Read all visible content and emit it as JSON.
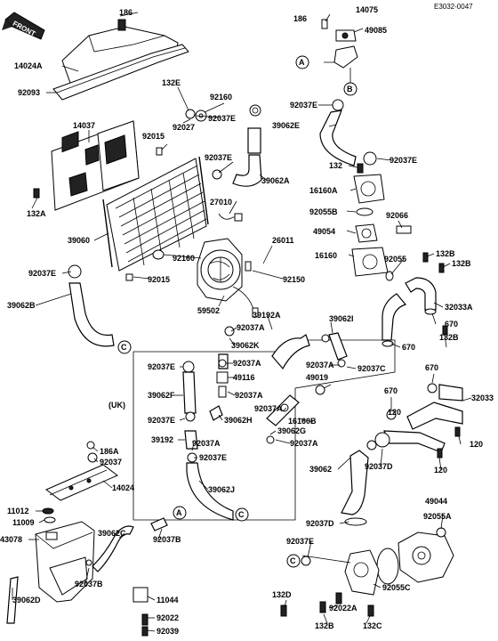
{
  "code": "E3032-0047",
  "front_label": "FRONT",
  "uk_label": "(UK)",
  "refs": {
    "A": "A",
    "B": "B",
    "C": "C"
  },
  "labels": {
    "p186_top": "186",
    "p14024A": "14024A",
    "p92093": "92093",
    "p14037": "14037",
    "p132A": "132A",
    "p39060": "39060",
    "p92037E_left": "92037E",
    "p39062B": "39062B",
    "p132E": "132E",
    "p92160_top": "92160",
    "p92027": "92027",
    "p92037E_a": "92037E",
    "p92015_top": "92015",
    "p92037E_b": "92037E",
    "p39062A": "39062A",
    "p27010": "27010",
    "p92160_mid": "92160",
    "p92015_bot": "92015",
    "p26011": "26011",
    "p92150": "92150",
    "p59502": "59502",
    "p14075": "14075",
    "p186_right": "186",
    "p49085": "49085",
    "p92037E_c": "92037E",
    "p39062E": "39062E",
    "p92037E_d": "92037E",
    "p132": "132",
    "p16160A": "16160A",
    "p92055B": "92055B",
    "p92066": "92066",
    "p49054": "49054",
    "p16160": "16160",
    "p92055": "92055",
    "p132B_a": "132B",
    "p132B_b": "132B",
    "p32033A": "32033A",
    "p670_a": "670",
    "p132B_c": "132B",
    "p670_b": "670",
    "p39192A": "39192A",
    "p39062I": "39062I",
    "p92037A_a": "92037A",
    "p39062K": "39062K",
    "p92037A_b": "92037A",
    "p49116": "49116",
    "p92037A_c": "92037A",
    "p92037C": "92037C",
    "p49019": "49019",
    "p92037E_e": "92037E",
    "p39062F": "39062F",
    "p92037E_f": "92037E",
    "p39062H": "39062H",
    "p92037A_d": "92037A",
    "p16160B": "16160B",
    "p39062G": "39062G",
    "p92037A_e": "92037A",
    "p39192": "39192",
    "p92037A_f": "92037A",
    "p92037E_g": "92037E",
    "p39062J": "39062J",
    "p670_c": "670",
    "p670_d": "670",
    "p32033": "32033",
    "p120_a": "120",
    "p120_b": "120",
    "p120_c": "120",
    "p92037D_a": "92037D",
    "p39062": "39062",
    "p49044": "49044",
    "p92055A": "92055A",
    "p92037D_b": "92037D",
    "p92037E_h": "92037E",
    "p92055C": "92055C",
    "p132D": "132D",
    "p92022A": "92022A",
    "p132B_d": "132B",
    "p132C": "132C",
    "p186A": "186A",
    "p92037": "92037",
    "p14024": "14024",
    "p11012": "11012",
    "p11009": "11009",
    "p43078": "43078",
    "p39062C": "39062C",
    "p92037B_a": "92037B",
    "p92037B_b": "92037B",
    "p11044": "11044",
    "p92022": "92022",
    "p92039": "92039",
    "p39062D": "39062D"
  }
}
